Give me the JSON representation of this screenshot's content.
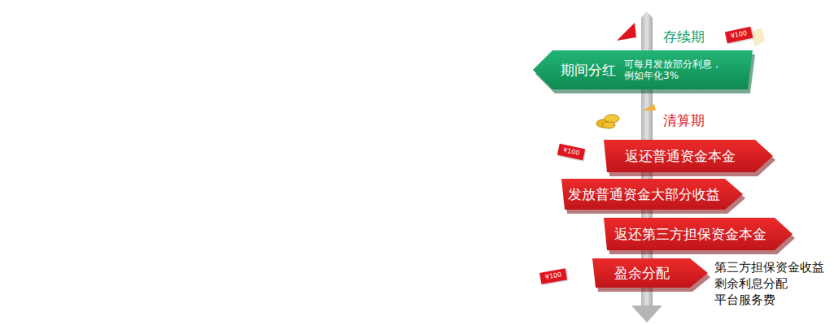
{
  "diagram": {
    "nodes": [
      {
        "text": [
          "期间分红",
          "可每月发放部分利息，例如年化3%"
        ]
      },
      {
        "text": [
          "返还普通资金本金"
        ]
      },
      {
        "text": [
          "发放普通资金大部分收益"
        ]
      },
      {
        "text": [
          "返还第三方担保资金本金"
        ]
      },
      {
        "text": [
          "盈余分配"
        ]
      }
    ],
    "labels": [
      "存续期",
      "¥100",
      "清算期",
      "¥100",
      "¥100",
      "第三方担保资金收益",
      "剩余利息分配",
      "平台服务费"
    ]
  }
}
